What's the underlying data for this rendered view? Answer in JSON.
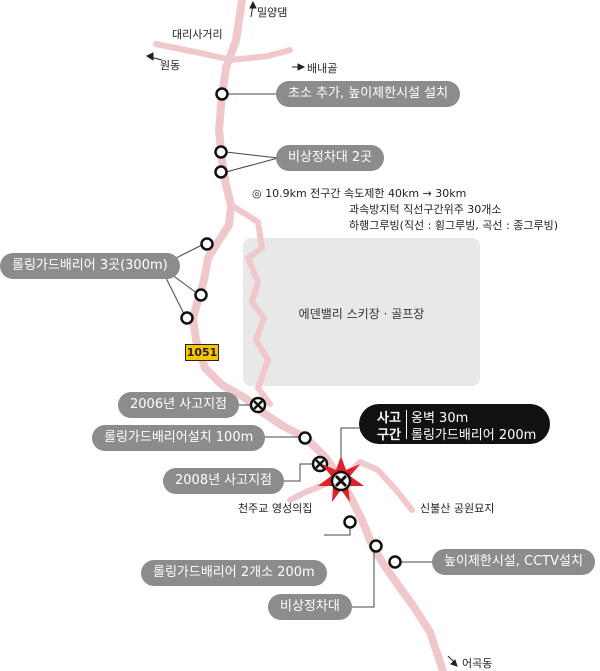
{
  "map": {
    "directions": {
      "miryang_dam": "밀양댐",
      "daeri_sageori": "대리사거리",
      "wondong": "원동",
      "baenaegol": "배내골",
      "eogokdong": "어곡동"
    },
    "road_number": "1051",
    "area_label": "에덴밸리 스키장 · 골프장",
    "notes": [
      "◎ 10.9km 전구간 속도제한 40km → 30km",
      "과속방지턱 직선구간위주 30개소",
      "하행그루빙(직선 : 횡그루빙, 곡선 : 종그루빙)"
    ],
    "callouts": {
      "chuso": "초소 추가, 높이제한시설 설치",
      "emergency_top": "비상정차대 2곳",
      "guardrail_3": "롤링가드배리어 3곳(300m)",
      "accident_2006": "2006년 사고지점",
      "guardrail_100": "롤링가드배리어설치 100m",
      "accident_2008": "2008년 사고지점",
      "height_cctv": "높이제한시설, CCTV설치",
      "guardrail_2": "롤링가드배리어 2개소 200m",
      "emergency_bottom": "비상정차대"
    },
    "accident_box": {
      "k1": "사고",
      "k2": "구간",
      "v1": "옹벽 30m",
      "v2": "롤링가드배리어 200m"
    },
    "places": {
      "cheonjugyo": "천주교 영성의집",
      "sinbulsan": "신불산 공원묘지"
    },
    "colors": {
      "road": "#f0c8cc",
      "callout": "#8c8c8c",
      "road_number_bg": "#f7c600",
      "accident_box": "#111111",
      "area": "#e8e8e8"
    }
  }
}
